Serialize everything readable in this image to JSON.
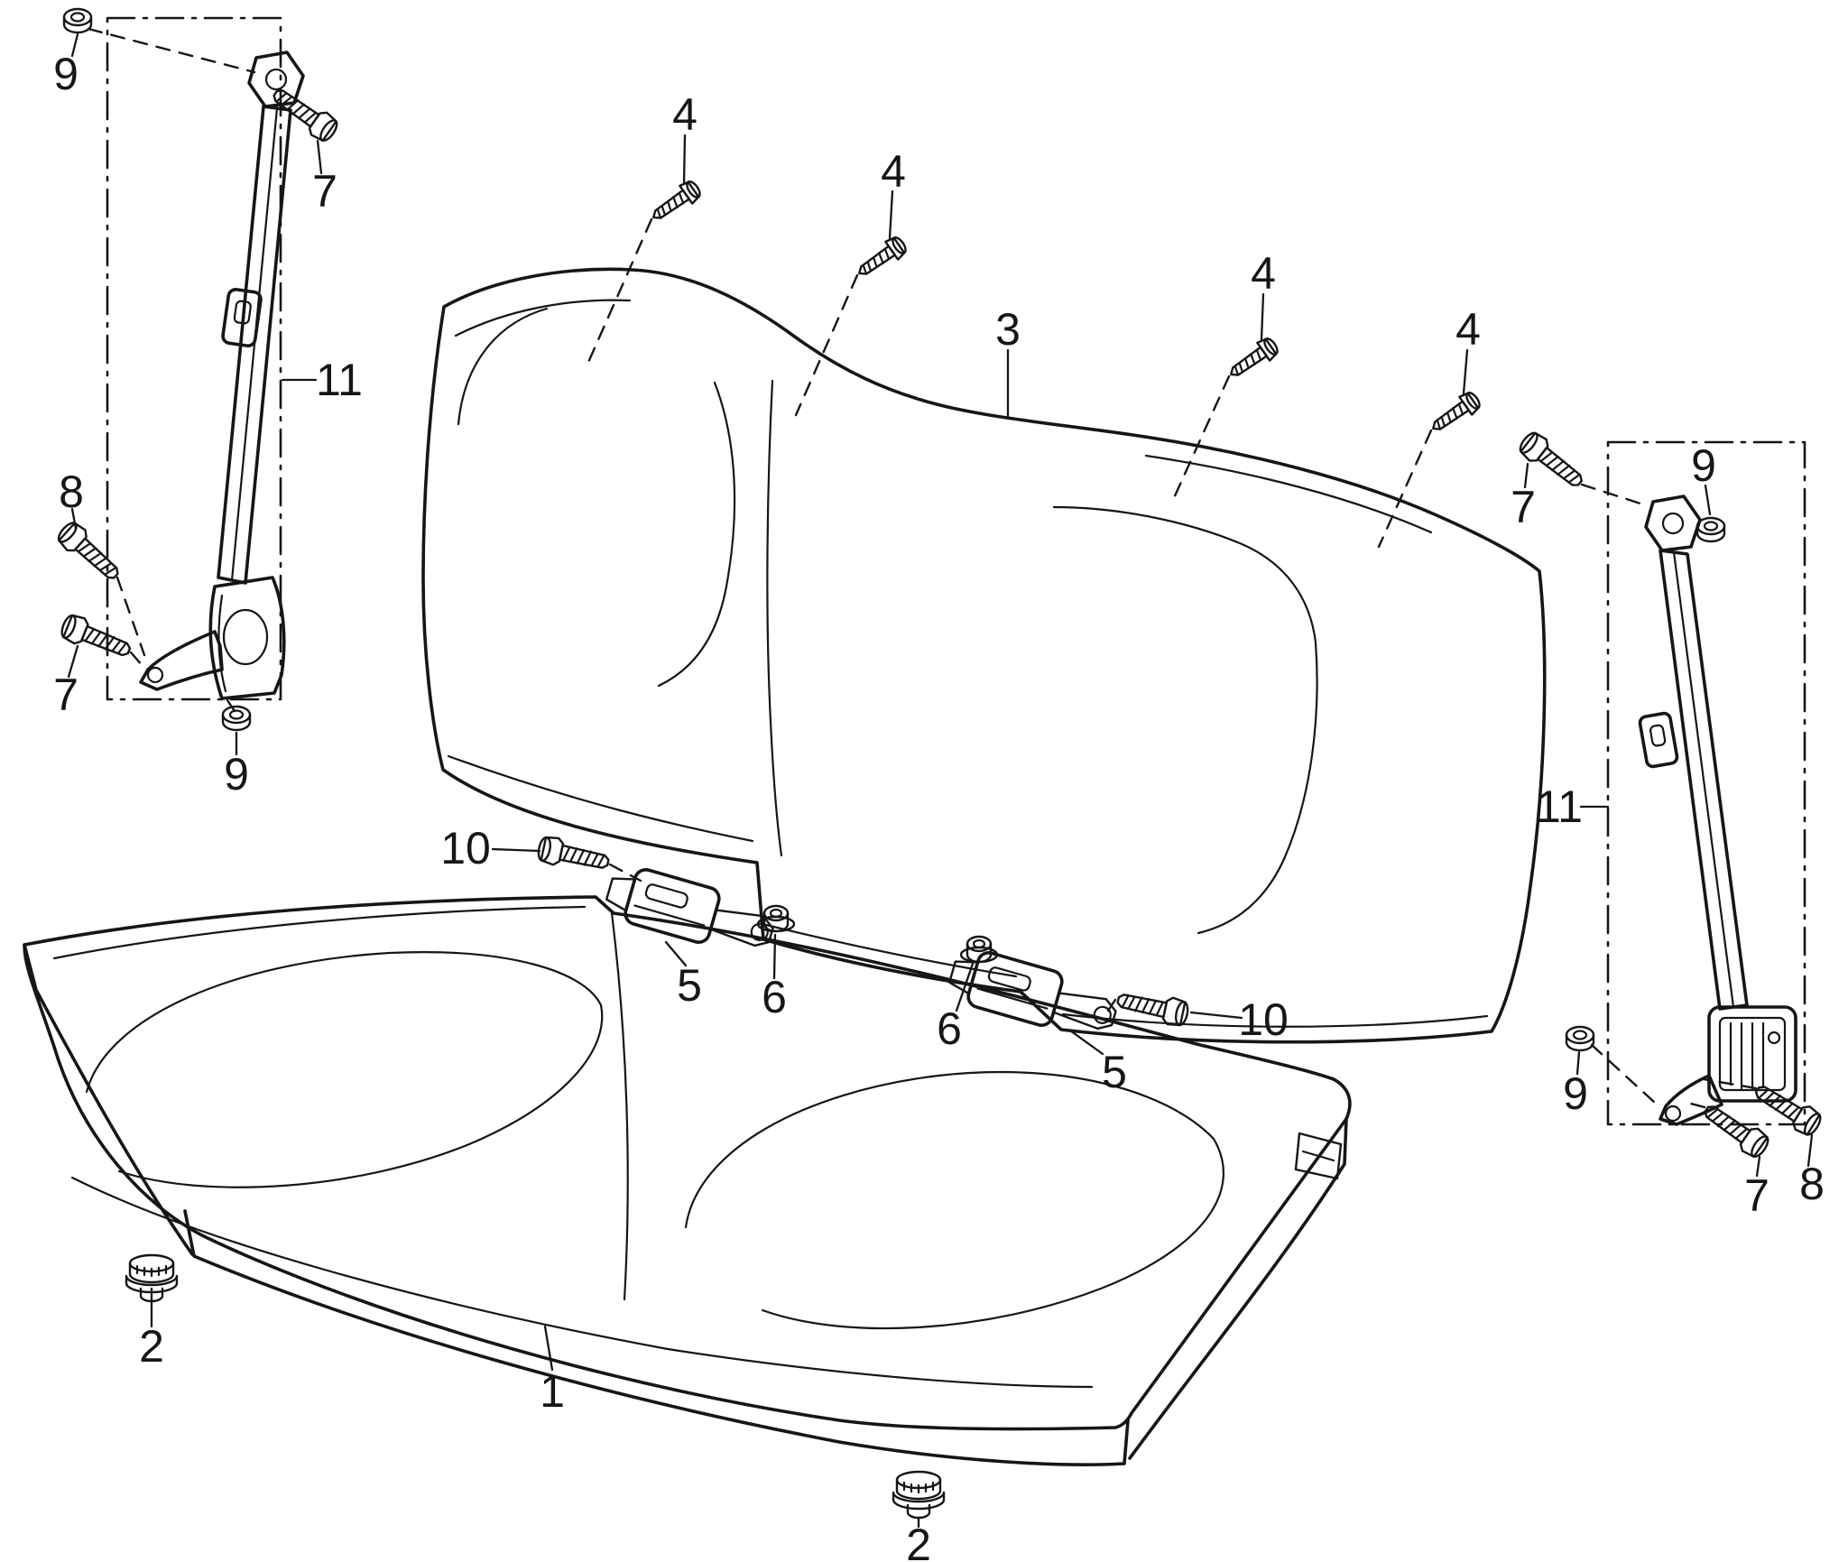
{
  "diagram": {
    "background_color": "#ffffff",
    "line_color": "#161616"
  },
  "callouts": [
    {
      "name": "nut-upper-left",
      "text": "9"
    },
    {
      "name": "bolt-upper-left",
      "text": "7"
    },
    {
      "name": "left-belt-assembly",
      "text": "11"
    },
    {
      "name": "bolt-mid-left",
      "text": "8"
    },
    {
      "name": "bolt-lower-left",
      "text": "7"
    },
    {
      "name": "nut-lower-left",
      "text": "9"
    },
    {
      "name": "backrest-screw-1",
      "text": "4"
    },
    {
      "name": "backrest-screw-2",
      "text": "4"
    },
    {
      "name": "seat-back",
      "text": "3"
    },
    {
      "name": "backrest-screw-3",
      "text": "4"
    },
    {
      "name": "backrest-screw-4",
      "text": "4"
    },
    {
      "name": "bolt-upper-right",
      "text": "7"
    },
    {
      "name": "nut-upper-right",
      "text": "9"
    },
    {
      "name": "right-belt-assembly",
      "text": "11"
    },
    {
      "name": "nut-lower-right",
      "text": "9"
    },
    {
      "name": "bolt-lower-right",
      "text": "7"
    },
    {
      "name": "bolt-far-right",
      "text": "8"
    },
    {
      "name": "buckle-bolt-left",
      "text": "10"
    },
    {
      "name": "buckle-left",
      "text": "5"
    },
    {
      "name": "buckle-nut-left",
      "text": "6"
    },
    {
      "name": "buckle-nut-right",
      "text": "6"
    },
    {
      "name": "buckle-right",
      "text": "5"
    },
    {
      "name": "buckle-bolt-right",
      "text": "10"
    },
    {
      "name": "cushion-clip-left",
      "text": "2"
    },
    {
      "name": "seat-cushion",
      "text": "1"
    },
    {
      "name": "cushion-clip-right",
      "text": "2"
    }
  ]
}
